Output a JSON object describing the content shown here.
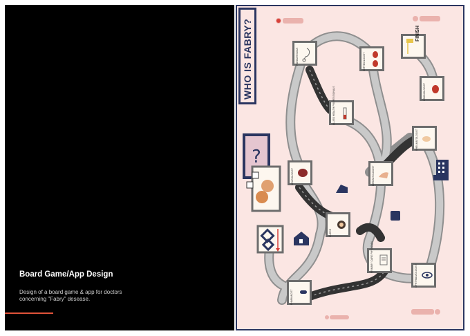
{
  "project": {
    "title": "Board Game/App Design",
    "description": "Design of a board game  & app for doctors concerning \"Fabry\" desease."
  },
  "board": {
    "title": "WHO IS FABRY?",
    "finish_label": "FINISH",
    "tiles": [
      "PAEDIATRICIAN",
      "NEPHROLOGIST",
      "CARDIOLOGIST",
      "ALLIED HEALTH PROFESSIONALS",
      "NEUROLOGIST",
      "DERMATOLOGIST",
      "RHEUMATOLOGIST",
      "NURSE",
      "PRIMARY CARE PHYSICIAN",
      "PHARMACIST",
      "OPHTHALMOLOGIST"
    ]
  },
  "colors": {
    "board_bg": "#fbe6e3",
    "board_border": "#2a3560",
    "path_grey": "#bdbdbd",
    "path_dark": "#3a3a3a",
    "accent": "#e0533a"
  }
}
